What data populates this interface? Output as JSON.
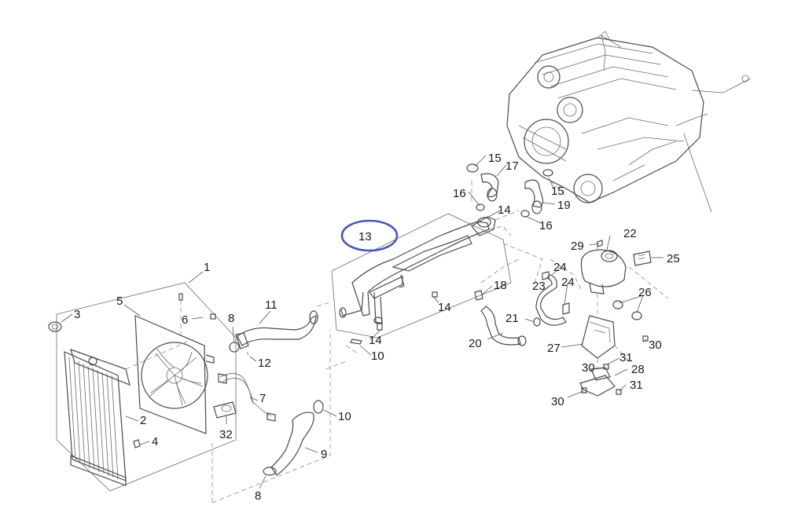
{
  "diagram": {
    "highlight_color": "#4a55b8",
    "labels": [
      {
        "id": "l1",
        "text": "1"
      },
      {
        "id": "l2",
        "text": "2"
      },
      {
        "id": "l3",
        "text": "3"
      },
      {
        "id": "l4",
        "text": "4"
      },
      {
        "id": "l5",
        "text": "5"
      },
      {
        "id": "l6",
        "text": "6"
      },
      {
        "id": "l7",
        "text": "7"
      },
      {
        "id": "l8a",
        "text": "8"
      },
      {
        "id": "l8b",
        "text": "8"
      },
      {
        "id": "l9",
        "text": "9"
      },
      {
        "id": "l10a",
        "text": "10"
      },
      {
        "id": "l10b",
        "text": "10"
      },
      {
        "id": "l11",
        "text": "11"
      },
      {
        "id": "l12",
        "text": "12"
      },
      {
        "id": "l13",
        "text": "13"
      },
      {
        "id": "l14a",
        "text": "14"
      },
      {
        "id": "l14b",
        "text": "14"
      },
      {
        "id": "l14c",
        "text": "14"
      },
      {
        "id": "l15a",
        "text": "15"
      },
      {
        "id": "l15b",
        "text": "15"
      },
      {
        "id": "l16a",
        "text": "16"
      },
      {
        "id": "l16b",
        "text": "16"
      },
      {
        "id": "l17",
        "text": "17"
      },
      {
        "id": "l18",
        "text": "18"
      },
      {
        "id": "l19",
        "text": "19"
      },
      {
        "id": "l20",
        "text": "20"
      },
      {
        "id": "l21",
        "text": "21"
      },
      {
        "id": "l22",
        "text": "22"
      },
      {
        "id": "l23",
        "text": "23"
      },
      {
        "id": "l24a",
        "text": "24"
      },
      {
        "id": "l24b",
        "text": "24"
      },
      {
        "id": "l25",
        "text": "25"
      },
      {
        "id": "l26",
        "text": "26"
      },
      {
        "id": "l27",
        "text": "27"
      },
      {
        "id": "l28",
        "text": "28"
      },
      {
        "id": "l29",
        "text": "29"
      },
      {
        "id": "l30a",
        "text": "30"
      },
      {
        "id": "l30b",
        "text": "30"
      },
      {
        "id": "l30c",
        "text": "30"
      },
      {
        "id": "l31a",
        "text": "31"
      },
      {
        "id": "l31b",
        "text": "31"
      },
      {
        "id": "l32",
        "text": "32"
      }
    ]
  }
}
